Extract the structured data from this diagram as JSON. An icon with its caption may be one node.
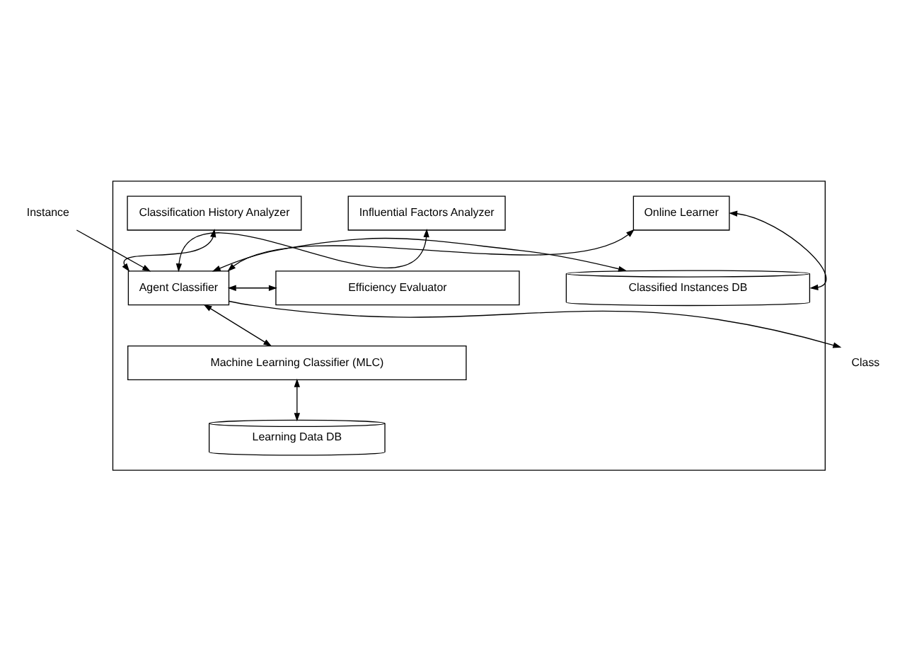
{
  "diagram": {
    "nodes": [
      {
        "text": [],
        "shape": "box"
      },
      {
        "text": [
          "Classification History Analyzer"
        ],
        "in": 0
      },
      {
        "text": [
          "Influential Factors Analyzer"
        ],
        "in": 0
      },
      {
        "text": [
          "Online Learner"
        ],
        "in": 0
      },
      {
        "text": [
          "Instance"
        ]
      },
      {
        "text": [
          "Agent Classifier"
        ],
        "in": 0
      },
      {
        "text": [
          "Class"
        ]
      },
      {
        "text": [
          "Efficiency Evaluator"
        ],
        "in": 0
      },
      {
        "text": [
          "Classified Instances DB"
        ],
        "in": 0
      },
      {
        "text": [
          "Machine Learning Classifier (MLC)"
        ],
        "in": 0
      },
      {
        "text": [
          "Learning Data DB"
        ],
        "in": 0
      }
    ],
    "edges": [
      {
        "from": 4,
        "to": 5,
        "arrow": "to"
      },
      {
        "from": 5,
        "to": 6,
        "arrow": "to"
      },
      {
        "from": 1,
        "to": 5,
        "arrow": "both"
      },
      {
        "from": 5,
        "to": 2,
        "arrow": "both"
      },
      {
        "from": 5,
        "to": 3,
        "arrow": "both"
      },
      {
        "from": 5,
        "to": 7,
        "arrow": "both"
      },
      {
        "from": 5,
        "to": 8,
        "arrow": "both"
      },
      {
        "from": 3,
        "to": 8,
        "arrow": "both"
      },
      {
        "from": 5,
        "to": 9,
        "arrow": "both"
      },
      {
        "from": 9,
        "to": 10,
        "arrow": "both"
      }
    ]
  }
}
